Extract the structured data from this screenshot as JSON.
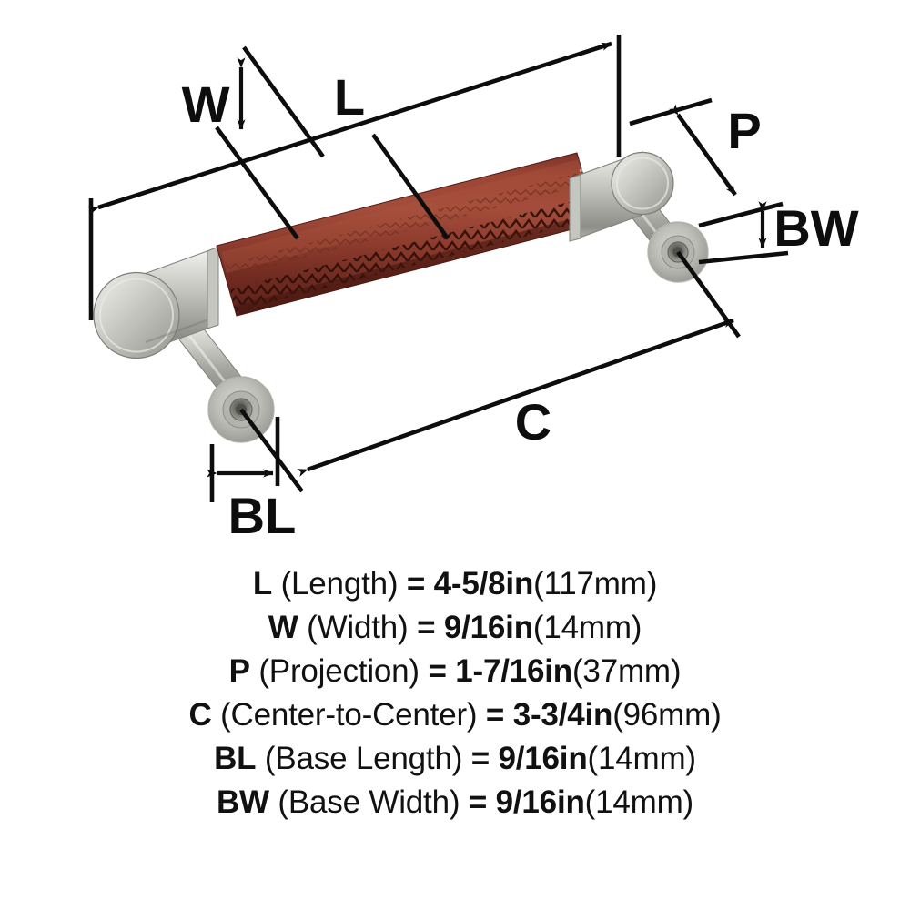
{
  "product": {
    "type": "cabinet-pull-handle",
    "bar_material": "stitched leather",
    "bar_color": "#8a3a2c",
    "hardware_material": "brushed nickel",
    "hardware_color": "#c9c9c4"
  },
  "diagram": {
    "labels": {
      "length": "L",
      "width": "W",
      "projection": "P",
      "center_to_center": "C",
      "base_length": "BL",
      "base_width": "BW"
    }
  },
  "specs": [
    {
      "code": "L",
      "name": "(Length)",
      "eq": "=",
      "value": "4-5/8in",
      "metric": "(117mm)"
    },
    {
      "code": "W",
      "name": "(Width)",
      "eq": "=",
      "value": "9/16in",
      "metric": "(14mm)"
    },
    {
      "code": "P",
      "name": "(Projection)",
      "eq": "=",
      "value": "1-7/16in",
      "metric": "(37mm)"
    },
    {
      "code": "C",
      "name": "(Center-to-Center)",
      "eq": "=",
      "value": "3-3/4in",
      "metric": "(96mm)"
    },
    {
      "code": "BL",
      "name": "(Base Length)",
      "eq": "=",
      "value": "9/16in",
      "metric": "(14mm)"
    },
    {
      "code": "BW",
      "name": "(Base Width)",
      "eq": "=",
      "value": "9/16in",
      "metric": "(14mm)"
    }
  ]
}
